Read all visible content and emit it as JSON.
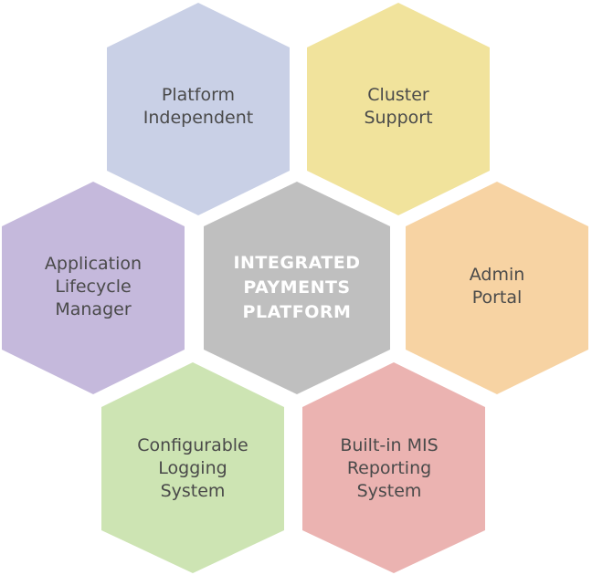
{
  "hexagons": {
    "platform_independent": {
      "lines": [
        "Platform",
        "Independent"
      ],
      "color": "#c9d0e6"
    },
    "cluster_support": {
      "lines": [
        "Cluster",
        "Support"
      ],
      "color": "#f1e39c"
    },
    "application_lifecycle_manager": {
      "lines": [
        "Application",
        "Lifecycle",
        "Manager"
      ],
      "color": "#c5b9dc"
    },
    "integrated_payments_platform": {
      "lines": [
        "INTEGRATED",
        "PAYMENTS",
        "PLATFORM"
      ],
      "color": "#bfbfbf"
    },
    "admin_portal": {
      "lines": [
        "Admin",
        "Portal"
      ],
      "color": "#f7d3a3"
    },
    "configurable_logging_system": {
      "lines": [
        "Configurable",
        "Logging",
        "System"
      ],
      "color": "#cde4b3"
    },
    "builtin_mis_reporting_system": {
      "lines": [
        "Built-in MIS",
        "Reporting",
        "System"
      ],
      "color": "#ebb3b1"
    }
  }
}
